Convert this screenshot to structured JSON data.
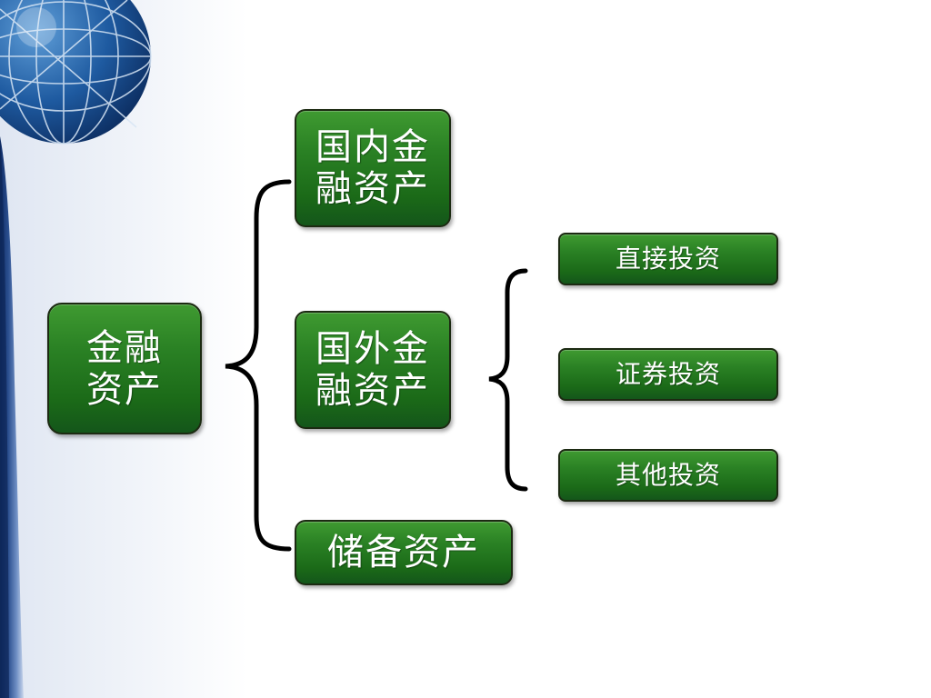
{
  "diagram": {
    "root": {
      "label": "金融资产"
    },
    "level1": [
      {
        "label": "国内金融资产"
      },
      {
        "label": "国外金融资产"
      },
      {
        "label": "储备资产"
      }
    ],
    "level2": [
      {
        "label": "直接投资"
      },
      {
        "label": "证券投资"
      },
      {
        "label": "其他投资"
      }
    ]
  },
  "colors": {
    "node_fill": "#2a8124",
    "node_border": "#1c2a12",
    "brace": "#000000",
    "band_dark": "#1b3d7a",
    "band_light": "#c5d3ea"
  }
}
